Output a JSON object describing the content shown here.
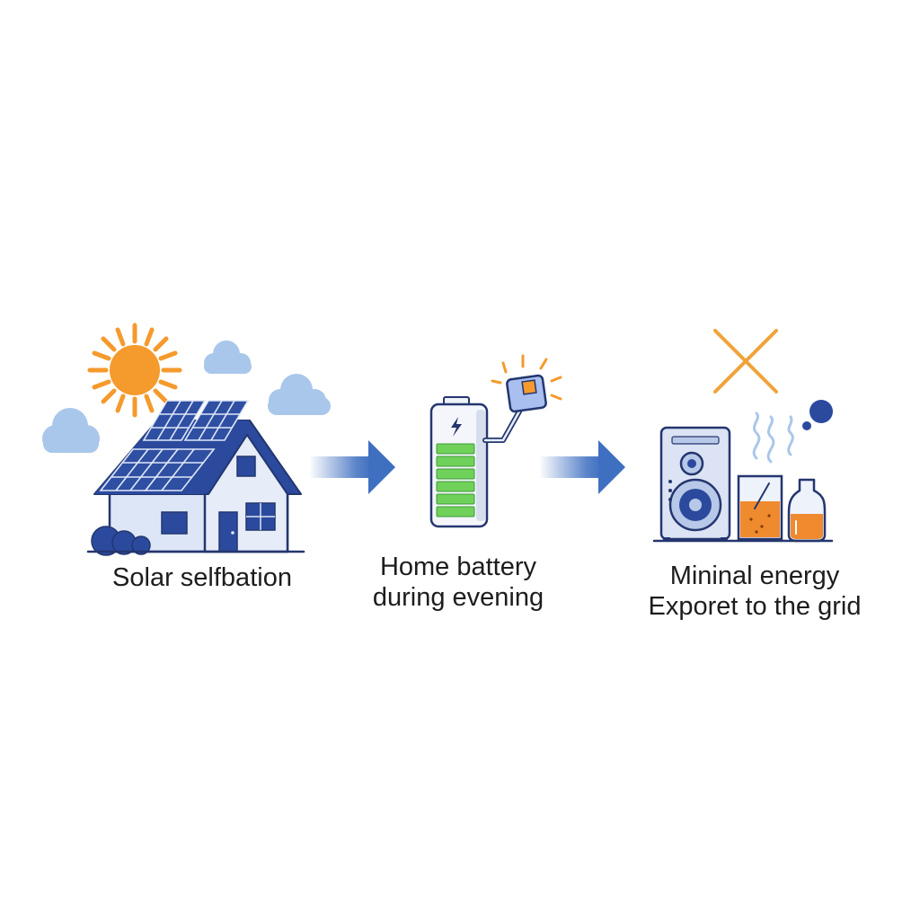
{
  "steps": [
    {
      "id": "solar",
      "lines": [
        "Solar selfbation"
      ],
      "icon": "solar-house-icon"
    },
    {
      "id": "battery",
      "lines": [
        "Home battery",
        "during evening"
      ],
      "icon": "home-battery-icon"
    },
    {
      "id": "export",
      "lines": [
        "Mininal energy",
        "Exporet to the grid"
      ],
      "icon": "home-appliances-icon"
    }
  ],
  "colors": {
    "sun": "#f59a2c",
    "cloud": "#a9c7ea",
    "panel": "#2f4fa3",
    "roof": "#2b4a9e",
    "house_wall": "#dde6f6",
    "battery_fill": "#6fd15a",
    "arrow": "#3f6fc0",
    "cross": "#f0a33a",
    "juice": "#f08a2e",
    "outline": "#24366f"
  }
}
